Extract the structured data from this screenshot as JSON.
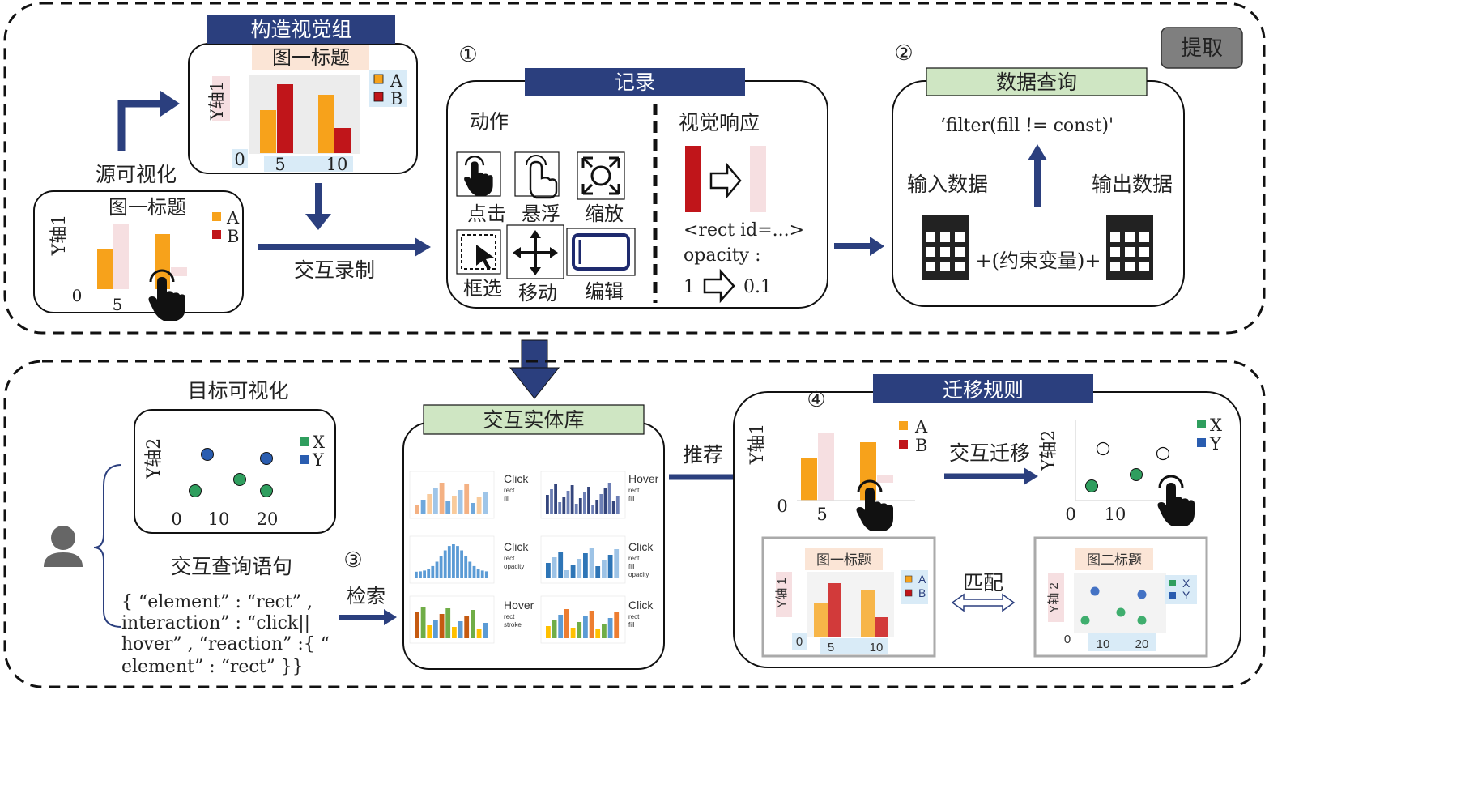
{
  "top_panel": {
    "extract_button": "提取",
    "source_vis": {
      "label": "源可视化",
      "chart_title": "图一标题",
      "y_label": "Y轴1",
      "legend": [
        "A",
        "B"
      ],
      "x_ticks": [
        "0",
        "5"
      ]
    },
    "visual_group": {
      "header": "构造视觉组",
      "chart_title": "图一标题",
      "y_label": "Y轴1",
      "legend": [
        "A",
        "B"
      ],
      "x_ticks": [
        "0",
        "5",
        "10"
      ]
    },
    "record_label": "交互录制",
    "record_panel": {
      "num": "①",
      "header": "记录",
      "actions_title": "动作",
      "actions": [
        "点击",
        "悬浮",
        "缩放",
        "框选",
        "移动",
        "编辑"
      ],
      "response_title": "视觉响应",
      "code_line1": "<rect id=...>",
      "code_line2": "opacity :",
      "from_value": "1",
      "to_value": "0.1"
    },
    "query_panel": {
      "num": "②",
      "header": "数据查询",
      "query": "‘filter(fill != const)'",
      "input_label": "输入数据",
      "output_label": "输出数据",
      "constraint": "+(约束变量)+"
    }
  },
  "bottom_panel": {
    "target_vis": {
      "label": "目标可视化",
      "y_label": "Y轴2",
      "legend": [
        "X",
        "Y"
      ],
      "x_ticks": [
        "0",
        "10",
        "20"
      ]
    },
    "query_sentence": {
      "label": "交互查询语句",
      "num": "③",
      "retrieve": "检索",
      "lines": [
        "{ “element” : “rect” ,",
        "interaction” : “click||",
        "hover” , “reaction” :{ “",
        "element” : “rect” }}"
      ]
    },
    "entity_library": {
      "header": "交互实体库",
      "items": [
        {
          "action": "Click",
          "sub1": "rect",
          "sub2": "fill",
          "sub3": ""
        },
        {
          "action": "Hover",
          "sub1": "rect",
          "sub2": "fill",
          "sub3": ""
        },
        {
          "action": "Click",
          "sub1": "rect",
          "sub2": "opacity",
          "sub3": ""
        },
        {
          "action": "Click",
          "sub1": "rect",
          "sub2": "fill",
          "sub3": "opacity"
        },
        {
          "action": "Hover",
          "sub1": "rect",
          "sub2": "stroke",
          "sub3": ""
        },
        {
          "action": "Click",
          "sub1": "rect",
          "sub2": "fill",
          "sub3": ""
        }
      ]
    },
    "recommend_label": "推荐",
    "migration": {
      "num": "④",
      "header": "迁移规则",
      "left_y_label": "Y轴1",
      "left_legend": [
        "A",
        "B"
      ],
      "left_x_ticks": [
        "0",
        "5"
      ],
      "transfer_label": "交互迁移",
      "right_y_label": "Y轴2",
      "right_legend": [
        "X",
        "Y"
      ],
      "right_x_ticks": [
        "0",
        "10"
      ],
      "match_label": "匹配",
      "card1": {
        "title": "图一标题",
        "y_label": "Y轴 1",
        "legend": [
          "A",
          "B"
        ],
        "x_ticks": [
          "0",
          "5",
          "10"
        ]
      },
      "card2": {
        "title": "图二标题",
        "y_label": "Y轴 2",
        "legend": [
          "X",
          "Y"
        ],
        "x_ticks": [
          "0",
          "10",
          "20"
        ]
      }
    }
  },
  "colors": {
    "orange": "#f7a21b",
    "red": "#c0151a",
    "pink": "#f6dfe1",
    "navy": "#2b3f7e",
    "green_header": "#cfe6c3",
    "scatter_green": "#2f9e5e",
    "scatter_blue": "#2a5db0"
  }
}
